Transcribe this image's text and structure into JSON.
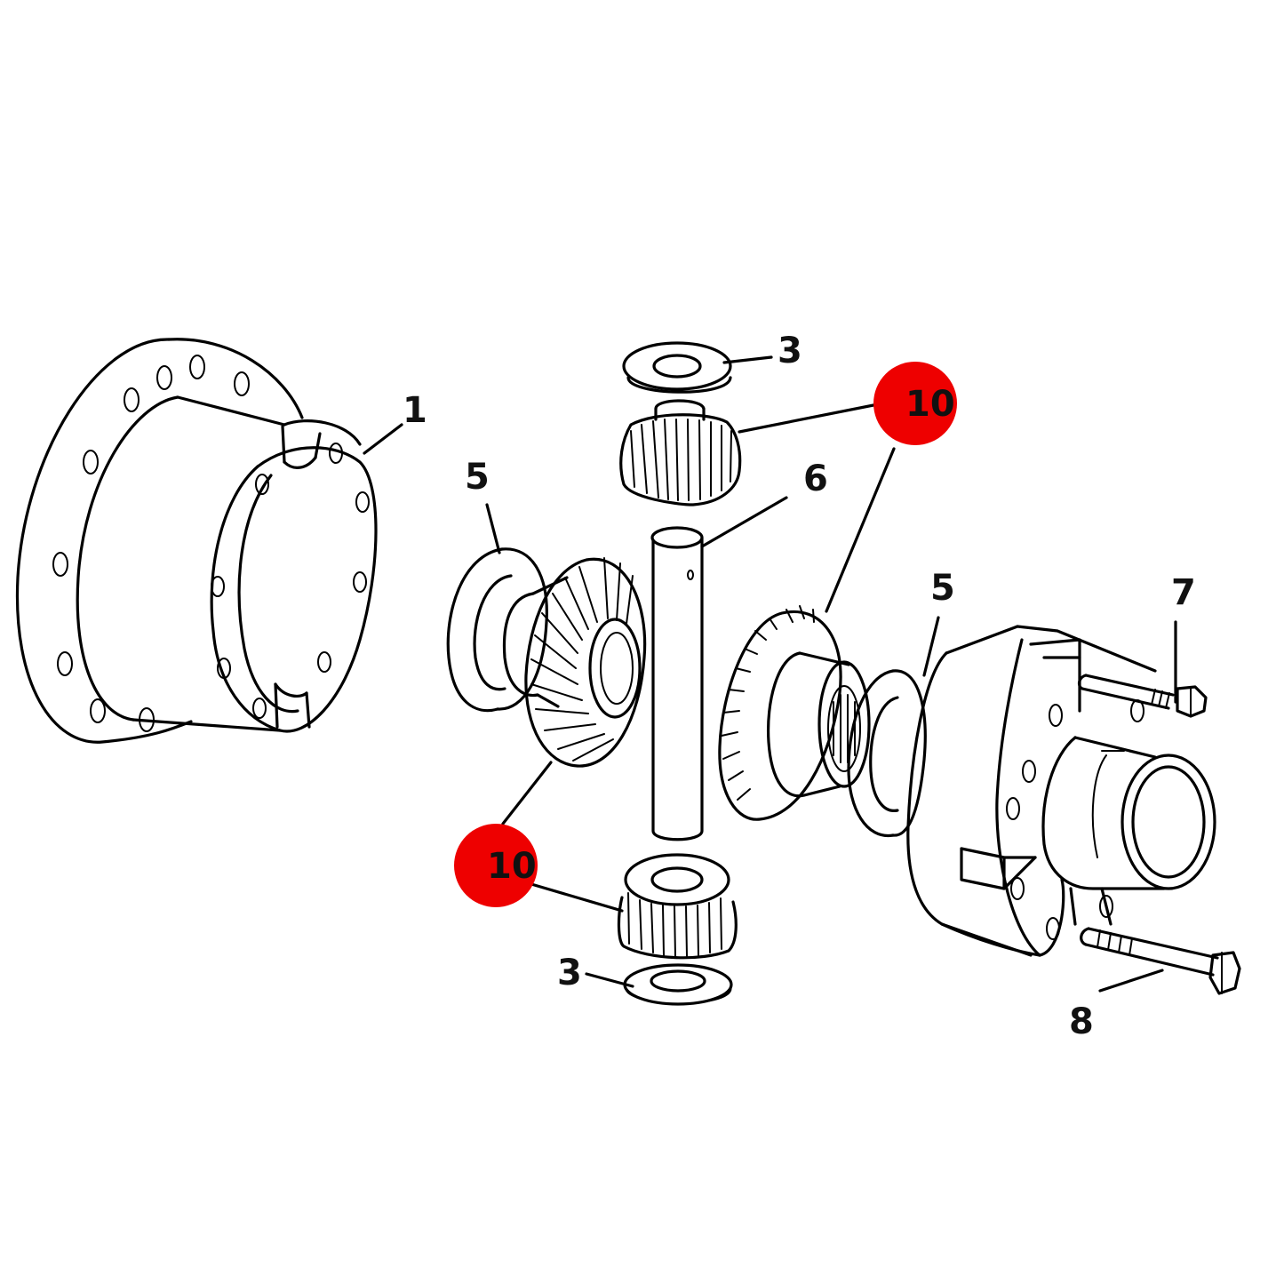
{
  "labels": {
    "housing_half": "1",
    "thrust_washer_top": "3",
    "thrust_washer_bottom": "3",
    "side_washer_left": "5",
    "side_washer_right": "5",
    "cross_shaft": "6",
    "short_bolt": "7",
    "long_bolt": "8",
    "highlight_top": "10",
    "highlight_bottom": "10"
  },
  "colors": {
    "highlight": "#ee0000",
    "line": "#000000",
    "background": "#ffffff"
  }
}
